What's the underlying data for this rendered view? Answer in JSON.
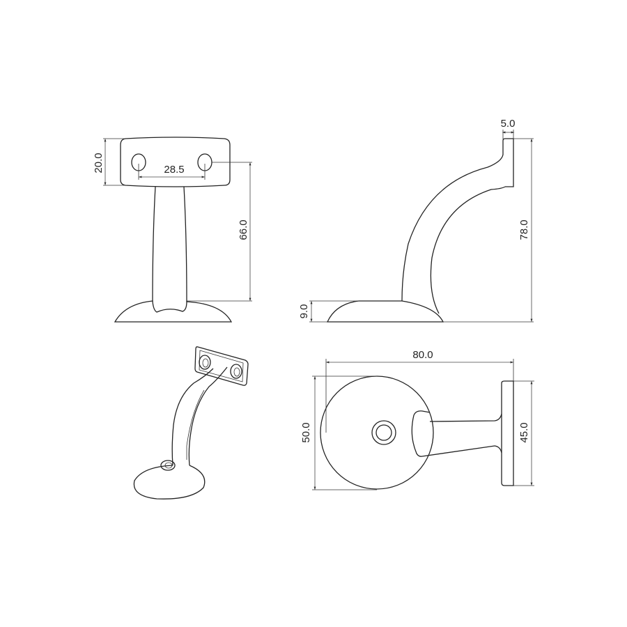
{
  "line_color": "#222222",
  "views": {
    "front": {
      "dims": {
        "plate_height": "20.0",
        "hole_spacing": "28.5",
        "height_to_hole": "66.0"
      }
    },
    "side": {
      "dims": {
        "plate_thickness": "5.0",
        "total_height": "78.0",
        "base_height": "9.0"
      }
    },
    "isometric": {},
    "bottom": {
      "dims": {
        "projection": "80.0",
        "base_diameter": "50.0",
        "plate_width": "45.0"
      }
    }
  }
}
